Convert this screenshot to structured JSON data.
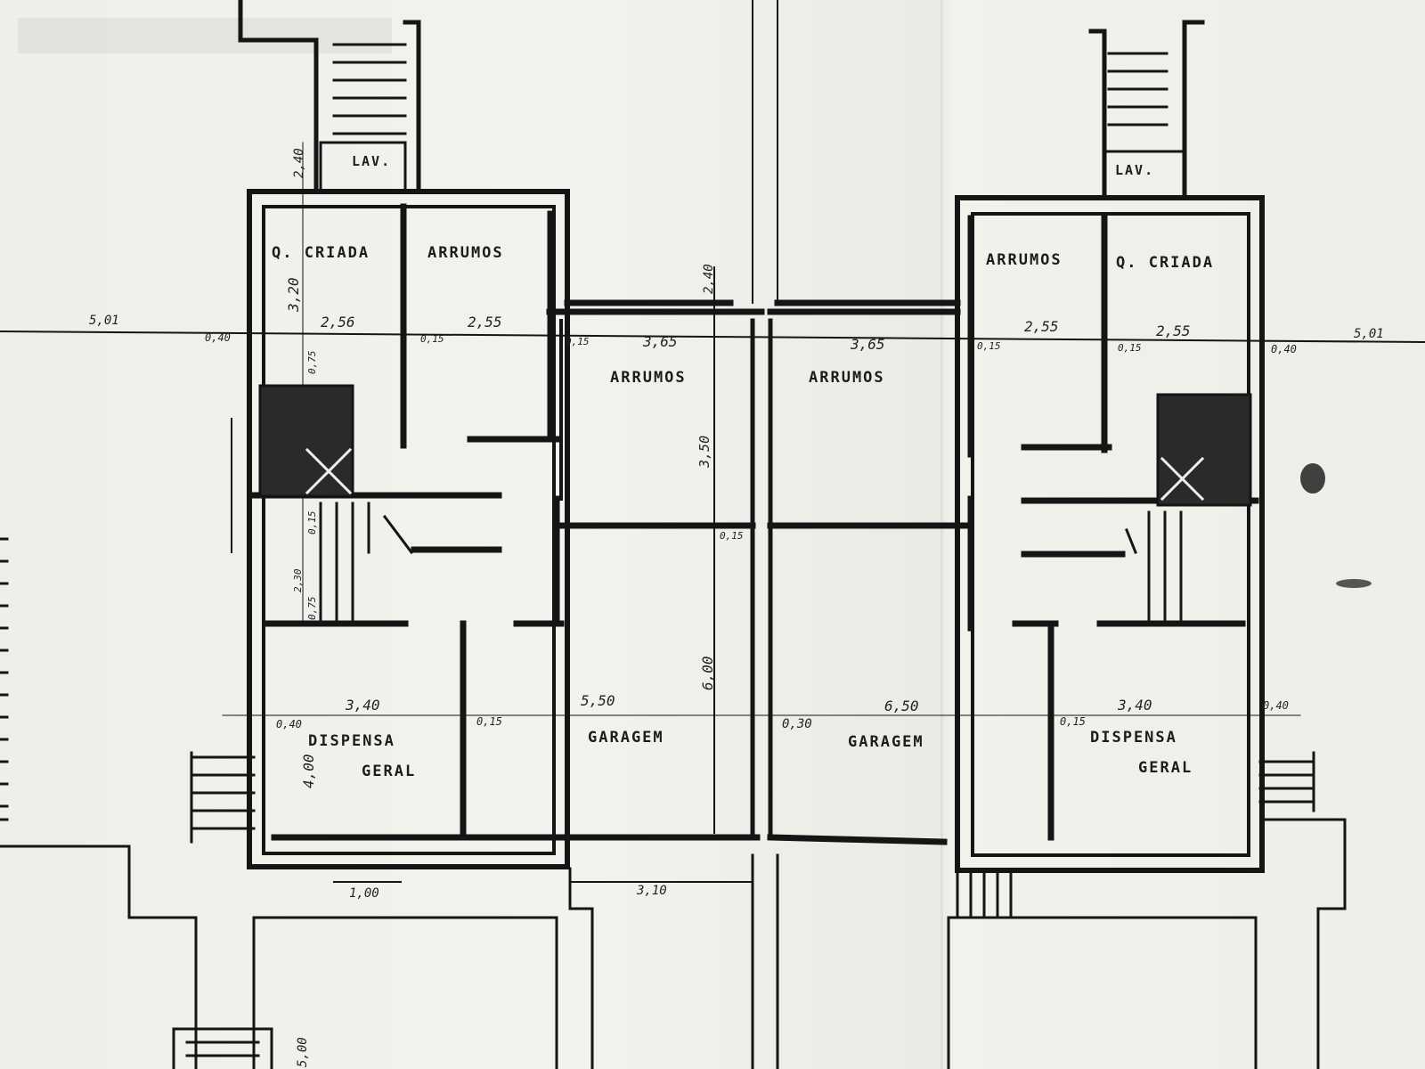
{
  "rooms": {
    "lav_left": "LAV.",
    "lav_right": "LAV.",
    "q_criada_left": "Q. CRIADA",
    "q_criada_right": "Q. CRIADA",
    "arrumos_1": "ARRUMOS",
    "arrumos_2": "ARRUMOS",
    "arrumos_3": "ARRUMOS",
    "arrumos_4": "ARRUMOS",
    "dispensa_left_1": "DISPENSA",
    "dispensa_left_2": "GERAL",
    "dispensa_right_1": "DISPENSA",
    "dispensa_right_2": "GERAL",
    "garagem_left": "GARAGEM",
    "garagem_right": "GARAGEM"
  },
  "dims": {
    "d_501_left": "5,01",
    "d_501_right": "5,01",
    "d_240_a": "2,40",
    "d_240_b": "2,40",
    "d_320": "3,20",
    "d_256": "2,56",
    "d_255_a": "2,55",
    "d_255_b": "2,55",
    "d_255_c": "2,55",
    "d_040_a": "0,40",
    "d_040_b": "0,40",
    "d_040_c": "0,40",
    "d_040_d": "0,40",
    "d_015_a": "0,15",
    "d_015_b": "0,15",
    "d_015_c": "0,15",
    "d_015_d": "0,15",
    "d_015_e": "0,15",
    "d_015_f": "0,15",
    "d_015_g": "0,15",
    "d_015_h": "0,15",
    "d_075_a": "0,75",
    "d_075_b": "0,75",
    "d_365_a": "3,65",
    "d_365_b": "3,65",
    "d_350": "3,50",
    "d_600": "6,00",
    "d_550": "5,50",
    "d_650": "6,50",
    "d_340_a": "3,40",
    "d_340_b": "3,40",
    "d_400": "4,00",
    "d_030": "0,30",
    "d_100": "1,00",
    "d_310": "3,10",
    "d_230": "2,30",
    "d_500": "5,00"
  }
}
